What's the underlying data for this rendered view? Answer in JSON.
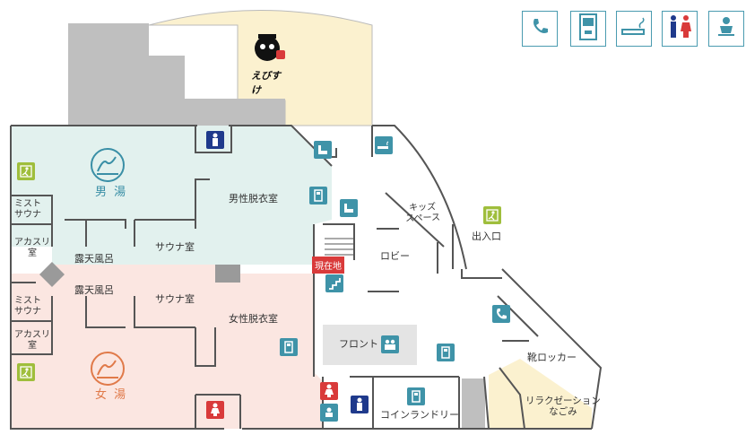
{
  "legend": [
    {
      "icon": "phone-icon"
    },
    {
      "icon": "vending-machine-icon"
    },
    {
      "icon": "smoking-area-icon"
    },
    {
      "icon": "restroom-icon"
    },
    {
      "icon": "baby-changing-icon"
    }
  ],
  "colors": {
    "mens_bath": "#e2f1ee",
    "womens_bath": "#fbe6e1",
    "restaurant": "#fbf1cf",
    "gray_block": "#bfbfbf",
    "accent_teal": "#3f93a8",
    "mens_mark": "#3a8fa6",
    "womens_mark": "#e07a4a"
  },
  "restaurant": {
    "logo_text": "えびすけ"
  },
  "rooms": {
    "mist_sauna_men": "ミスト\nサウナ",
    "akasuri_men": "アカスリ\n室",
    "mist_sauna_women": "ミスト\nサウナ",
    "akasuri_women": "アカスリ\n室",
    "outdoor_bath_men": "露天風呂",
    "outdoor_bath_women": "露天風呂",
    "sauna_men": "サウナ室",
    "sauna_women": "サウナ室",
    "changing_men": "男性脱衣室",
    "changing_women": "女性脱衣室",
    "kids_space": "キッズ\nスペース",
    "lobby": "ロビー",
    "entrance": "出入口",
    "front_desk": "フロント",
    "shoe_locker": "靴ロッカー",
    "relaxation": "リラクゼーション\nなごみ",
    "coin_laundry": "コインランドリー"
  },
  "baths": {
    "men": "男 湯",
    "women": "女 湯"
  },
  "current_location": "現在地"
}
